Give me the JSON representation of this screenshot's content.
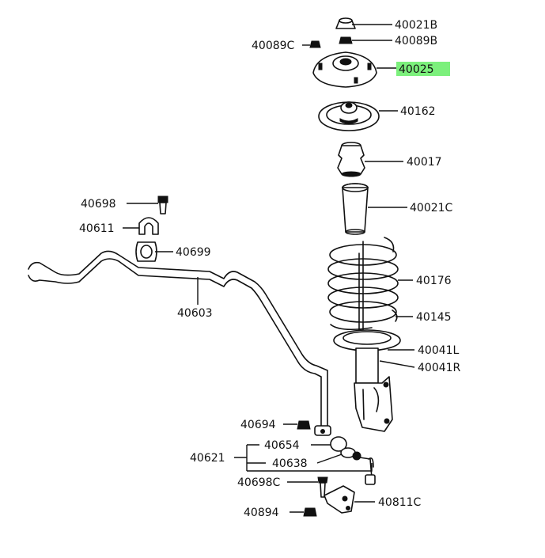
{
  "highlight_color": "#7CF07C",
  "labels": {
    "p40021b": "40021B",
    "p40089b": "40089B",
    "p40089c": "40089C",
    "p40025": "40025",
    "p40162": "40162",
    "p40017": "40017",
    "p40021c": "40021C",
    "p40698": "40698",
    "p40611": "40611",
    "p40699": "40699",
    "p40603": "40603",
    "p40176": "40176",
    "p40145": "40145",
    "p40041l": "40041L",
    "p40041r": "40041R",
    "p40694": "40694",
    "p40654": "40654",
    "p40621": "40621",
    "p40638": "40638",
    "p40698c": "40698C",
    "p40811c": "40811C",
    "p40894": "40894"
  }
}
